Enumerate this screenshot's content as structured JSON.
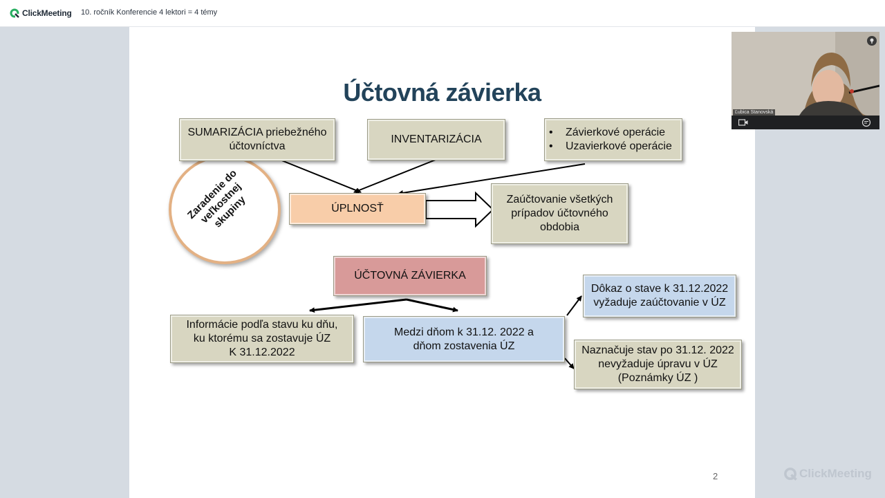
{
  "app": {
    "logo_text": "ClickMeeting",
    "meeting_title": "10. ročník Konferencie 4 lektori = 4 témy",
    "watermark": "ClickMeeting"
  },
  "slide": {
    "title": "Účtovná závierka",
    "page_number": "2",
    "oval_text": "Zaradenie do veľkostnej skupiny",
    "boxes": {
      "sumarizacia_l1": "SUMARIZÁCIA priebežného",
      "sumarizacia_l2": "účtovníctva",
      "inventarizacia": "INVENTARIZÁCIA",
      "bullet1": "Závierkové operácie",
      "bullet2": "Uzavierkové operácie",
      "uplnost": "ÚPLNOSŤ",
      "zauctovanie_l1": "Zaúčtovanie všetkých",
      "zauctovanie_l2": "prípadov účtovného",
      "zauctovanie_l3": "obdobia",
      "uctovna_zavierka": "ÚČTOVNÁ ZÁVIERKA",
      "informacie_l1": "Informácie podľa stavu ku dňu,",
      "informacie_l2": "ku ktorému sa zostavuje ÚZ",
      "informacie_l3": "K 31.12.2022",
      "medzi_l1": "Medzi dňom k 31.12. 2022 a",
      "medzi_l2": "dňom zostavenia ÚZ",
      "dokaz_l1": "Dôkaz o stave k 31.12.2022",
      "dokaz_l2": "vyžaduje zaúčtovanie v ÚZ",
      "naznacuje_l1": "Naznačuje stav po 31.12. 2022",
      "naznacuje_l2": "nevyžaduje úpravu v ÚZ",
      "naznacuje_l3": "(Poznámky  ÚZ )"
    }
  },
  "video": {
    "participant_name": "Ľubica Stanovská"
  },
  "colors": {
    "title": "#22435a",
    "tan": "#d8d6c1",
    "peach": "#f8cda9",
    "rose": "#d89a99",
    "blue": "#c5d7ec",
    "logo_green": "#27ae60"
  }
}
